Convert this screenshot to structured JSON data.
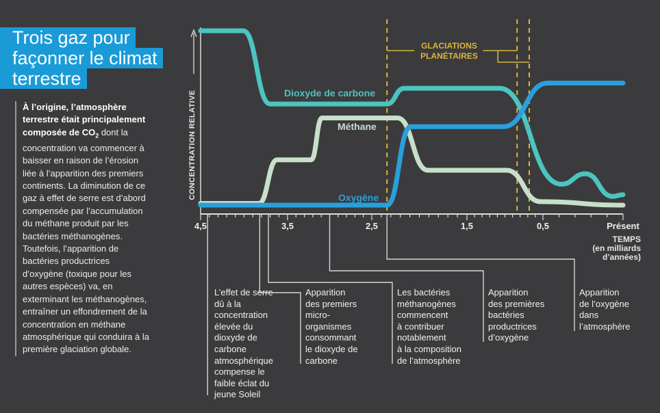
{
  "title": {
    "lines": [
      "Trois gaz pour",
      "façonner le climat",
      "terrestre"
    ]
  },
  "intro": {
    "bold": "À l’origine, l’atmosphère terrestre était principalement composée de CO",
    "bold_sub": "2",
    "rest": " dont la concentration va commencer à baisser en raison de l’érosion liée à l’apparition des premiers continents. La diminution de ce gaz à effet de serre est d’abord compensée par l’accumulation du méthane produit par les bactéries méthanogènes. Toutefois, l’apparition de bactéries productrices d’oxygène (toxique pour les autres espèces) va, en exterminant les méthanogènes, entraîner un effondrement de la concentration en méthane atmosphérique qui conduira à la première glaciation globale."
  },
  "chart_data": {
    "type": "line",
    "ylabel": "CONCENTRATION RELATIVE",
    "xlabel": "TEMPS",
    "xlabel_sub": "(en milliards\nd’années)",
    "xlim": [
      4.5,
      0
    ],
    "ylim": [
      0,
      1
    ],
    "x_ticks": [
      {
        "value": 4.5,
        "label": "4,5"
      },
      {
        "value": 3.5,
        "label": "3,5"
      },
      {
        "value": 2.5,
        "label": "2,5"
      },
      {
        "value": 1.5,
        "label": "1,5"
      },
      {
        "value": 0.5,
        "label": "0,5"
      },
      {
        "value": 0,
        "label": "Présent"
      }
    ],
    "series": [
      {
        "name": "Dioxyde de carbone",
        "color": "#4cc4c0",
        "points": [
          [
            4.5,
            1
          ],
          [
            4.01,
            1
          ],
          [
            3.7,
            0.58
          ],
          [
            2.34,
            0.58
          ],
          [
            2.16,
            0.67
          ],
          [
            1.07,
            0.67
          ],
          [
            0.385,
            0.12
          ],
          [
            0.235,
            0.18
          ],
          [
            0.064,
            0.05
          ],
          [
            0,
            0.06
          ]
        ]
      },
      {
        "name": "Méthane",
        "color": "#c8dfc9",
        "points": [
          [
            4.5,
            0.01
          ],
          [
            3.83,
            0.01
          ],
          [
            3.62,
            0.26
          ],
          [
            3.22,
            0.26
          ],
          [
            3.09,
            0.5
          ],
          [
            2.23,
            0.5
          ],
          [
            1.91,
            0.2
          ],
          [
            0.98,
            0.2
          ],
          [
            0.53,
            0.02
          ],
          [
            0,
            0.0
          ]
        ]
      },
      {
        "name": "Oxygène",
        "color": "#2a9fdc",
        "points": [
          [
            4.5,
            0
          ],
          [
            2.34,
            0
          ],
          [
            2.09,
            0.45
          ],
          [
            1.02,
            0.45
          ],
          [
            0.47,
            0.7
          ],
          [
            0,
            0.7
          ]
        ]
      }
    ],
    "glaciations": {
      "label": "GLACIATIONS\nPLANÉTAIRES",
      "color": "#d9b43c",
      "times": [
        2.34,
        0.84,
        0.68
      ]
    },
    "annotations": [
      {
        "time": 4.42,
        "text": "L’effet de serre\ndû à la\nconcentration\nélevée du\ndioxyde de\ncarbone\natmosphérique\ncompense le\nfaible éclat du\njeune Soleil"
      },
      {
        "time": 3.82,
        "text": "Apparition\ndes premiers\nmicro-\norganismes\nconsommant\nle dioxyde de\ncarbone"
      },
      {
        "time": 3.72,
        "text": "Les bactéries\nméthanogènes\ncommencent\nà contribuer\nnotablement\nà la composition\nde l’atmosphère"
      },
      {
        "time": 3.0,
        "text": "Apparition\ndes premières\nbactéries\nproductrices\nd’oxygène"
      },
      {
        "time": 2.34,
        "text": "Apparition\nde l’oxygène\ndans\nl’atmosphère"
      }
    ]
  }
}
